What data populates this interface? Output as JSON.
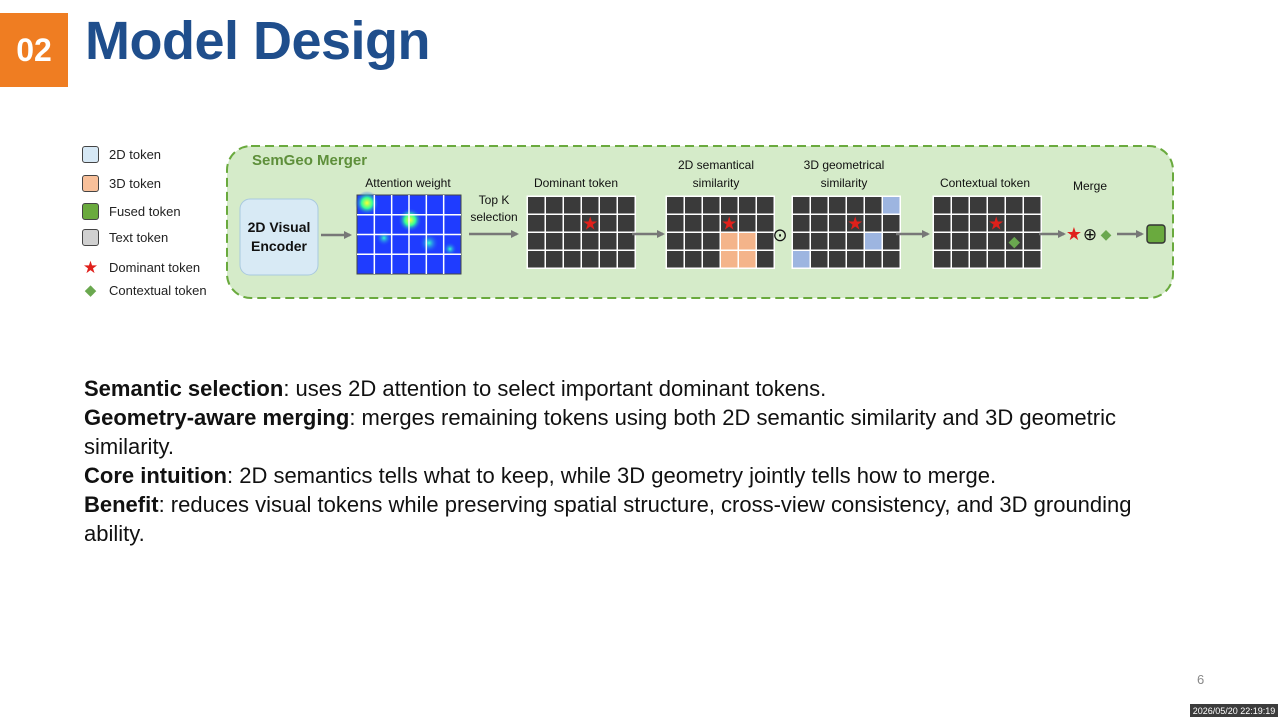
{
  "slide": {
    "number": "02",
    "title": "Model Design",
    "page_number": "6"
  },
  "legend": [
    {
      "kind": "swatch",
      "label": "2D token",
      "fill": "#d6e8f5"
    },
    {
      "kind": "swatch",
      "label": "3D token",
      "fill": "#f8c09a"
    },
    {
      "kind": "swatch",
      "label": "Fused token",
      "fill": "#6aaa3e"
    },
    {
      "kind": "swatch",
      "label": "Text token",
      "fill": "#d0d0d0"
    },
    {
      "kind": "star",
      "label": "Dominant token",
      "color": "#e0201b",
      "glyph": "★"
    },
    {
      "kind": "diamond",
      "label": "Contextual token",
      "color": "#6aa84f",
      "glyph": "◆"
    }
  ],
  "figure": {
    "panel_title": "SemGeo Merger",
    "encoder_label_line1": "2D Visual",
    "encoder_label_line2": "Encoder",
    "attention_label": "Attention weight",
    "topk_line1": "Top K",
    "topk_line2": "selection",
    "dominant_label": "Dominant token",
    "semantic_line1": "2D semantical",
    "semantic_line2": "similarity",
    "geometric_line1": "3D geometrical",
    "geometric_line2": "similarity",
    "contextual_label": "Contextual token",
    "merge_label": "Merge",
    "hadamard_symbol": "⊙",
    "oplus_symbol": "⊕",
    "colors": {
      "panel_fill": "#d5ebc9",
      "panel_border": "#6aaa3e",
      "panel_title": "#5e8f3a",
      "grid_cell": "#3a3a3a",
      "semantic_cell": "#f4b48a",
      "geometric_cell": "#9db5e0",
      "fused": "#6aaa3e",
      "star": "#e0201b",
      "diamond": "#6aa84f",
      "arrow": "#777777",
      "encoder_fill": "#d8eaf5"
    }
  },
  "bullets": [
    {
      "term": "Semantic selection",
      "text": ": uses 2D attention to select important dominant tokens."
    },
    {
      "term": "Geometry-aware merging",
      "text": ": merges remaining tokens using both 2D semantic similarity and 3D geometric similarity."
    },
    {
      "term": "Core intuition",
      "text": ": 2D semantics tells what to keep, while 3D geometry jointly tells how to merge."
    },
    {
      "term": "Benefit",
      "text": ": reduces visual tokens while preserving spatial structure, cross-view consistency, and 3D grounding ability."
    }
  ],
  "timestamp": "2026/05/20 22:19:19"
}
